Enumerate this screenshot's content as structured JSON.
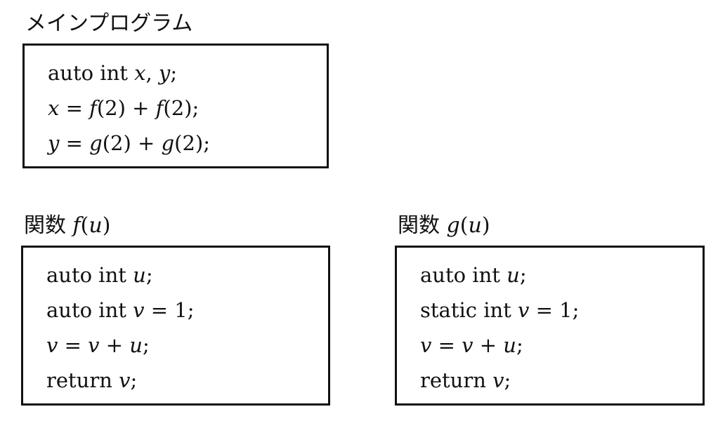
{
  "page": {
    "background": "#ffffff",
    "text_color": "#111111",
    "border_color": "#111111"
  },
  "panels": [
    {
      "id": "main-program",
      "label_segments": [
        {
          "text": "メインプログラム",
          "italic": false
        }
      ],
      "code_lines": [
        [
          {
            "text": "auto int ",
            "italic": false
          },
          {
            "text": "x",
            "italic": true
          },
          {
            "text": ", ",
            "italic": false
          },
          {
            "text": "y",
            "italic": true
          },
          {
            "text": ";",
            "italic": false
          }
        ],
        [
          {
            "text": "x",
            "italic": true
          },
          {
            "text": " = ",
            "italic": false
          },
          {
            "text": "f",
            "italic": true
          },
          {
            "text": "(2) + ",
            "italic": false
          },
          {
            "text": "f",
            "italic": true
          },
          {
            "text": "(2);",
            "italic": false
          }
        ],
        [
          {
            "text": "y",
            "italic": true
          },
          {
            "text": " = ",
            "italic": false
          },
          {
            "text": "g",
            "italic": true
          },
          {
            "text": "(2) + ",
            "italic": false
          },
          {
            "text": "g",
            "italic": true
          },
          {
            "text": "(2);",
            "italic": false
          }
        ]
      ]
    },
    {
      "id": "function-f",
      "label_segments": [
        {
          "text": "関数 ",
          "italic": false
        },
        {
          "text": "f",
          "italic": true
        },
        {
          "text": "(",
          "italic": false
        },
        {
          "text": "u",
          "italic": true
        },
        {
          "text": ")",
          "italic": false
        }
      ],
      "code_lines": [
        [
          {
            "text": "auto int ",
            "italic": false
          },
          {
            "text": "u",
            "italic": true
          },
          {
            "text": ";",
            "italic": false
          }
        ],
        [
          {
            "text": "auto int ",
            "italic": false
          },
          {
            "text": "v",
            "italic": true
          },
          {
            "text": " = 1;",
            "italic": false
          }
        ],
        [
          {
            "text": "v",
            "italic": true
          },
          {
            "text": " = ",
            "italic": false
          },
          {
            "text": "v",
            "italic": true
          },
          {
            "text": " + ",
            "italic": false
          },
          {
            "text": "u",
            "italic": true
          },
          {
            "text": ";",
            "italic": false
          }
        ],
        [
          {
            "text": "return ",
            "italic": false
          },
          {
            "text": "v",
            "italic": true
          },
          {
            "text": ";",
            "italic": false
          }
        ]
      ]
    },
    {
      "id": "function-g",
      "label_segments": [
        {
          "text": "関数 ",
          "italic": false
        },
        {
          "text": "g",
          "italic": true
        },
        {
          "text": "(",
          "italic": false
        },
        {
          "text": "u",
          "italic": true
        },
        {
          "text": ")",
          "italic": false
        }
      ],
      "code_lines": [
        [
          {
            "text": "auto int ",
            "italic": false
          },
          {
            "text": "u",
            "italic": true
          },
          {
            "text": ";",
            "italic": false
          }
        ],
        [
          {
            "text": "static int ",
            "italic": false
          },
          {
            "text": "v",
            "italic": true
          },
          {
            "text": " = 1;",
            "italic": false
          }
        ],
        [
          {
            "text": "v",
            "italic": true
          },
          {
            "text": " = ",
            "italic": false
          },
          {
            "text": "v",
            "italic": true
          },
          {
            "text": " + ",
            "italic": false
          },
          {
            "text": "u",
            "italic": true
          },
          {
            "text": ";",
            "italic": false
          }
        ],
        [
          {
            "text": "return ",
            "italic": false
          },
          {
            "text": "v",
            "italic": true
          },
          {
            "text": ";",
            "italic": false
          }
        ]
      ]
    }
  ]
}
